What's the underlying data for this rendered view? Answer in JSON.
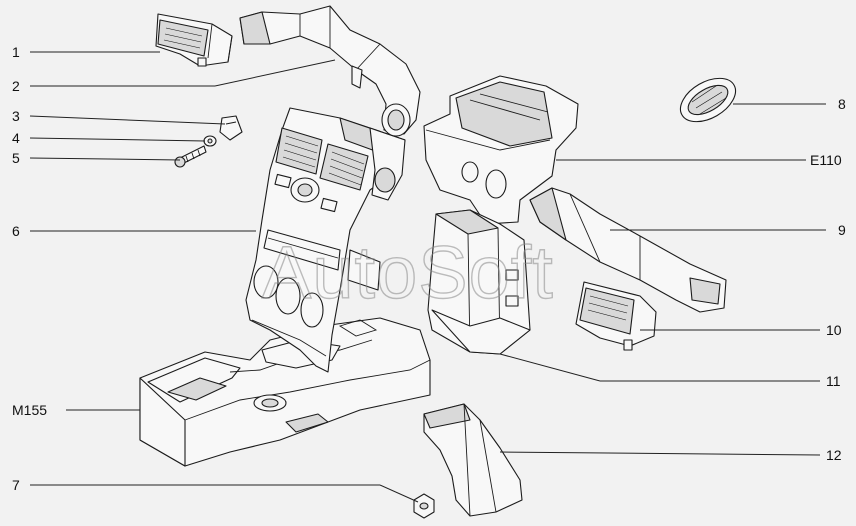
{
  "watermark": "AutoSoft",
  "callouts": [
    {
      "id": "c1",
      "text": "1"
    },
    {
      "id": "c2",
      "text": "2"
    },
    {
      "id": "c3",
      "text": "3"
    },
    {
      "id": "c4",
      "text": "4"
    },
    {
      "id": "c5",
      "text": "5"
    },
    {
      "id": "c6",
      "text": "6"
    },
    {
      "id": "cm155",
      "text": "M155"
    },
    {
      "id": "c7",
      "text": "7"
    },
    {
      "id": "c8",
      "text": "8"
    },
    {
      "id": "ce110",
      "text": "E110"
    },
    {
      "id": "c9",
      "text": "9"
    },
    {
      "id": "c10",
      "text": "10"
    },
    {
      "id": "c11",
      "text": "11"
    },
    {
      "id": "c12",
      "text": "12"
    }
  ]
}
